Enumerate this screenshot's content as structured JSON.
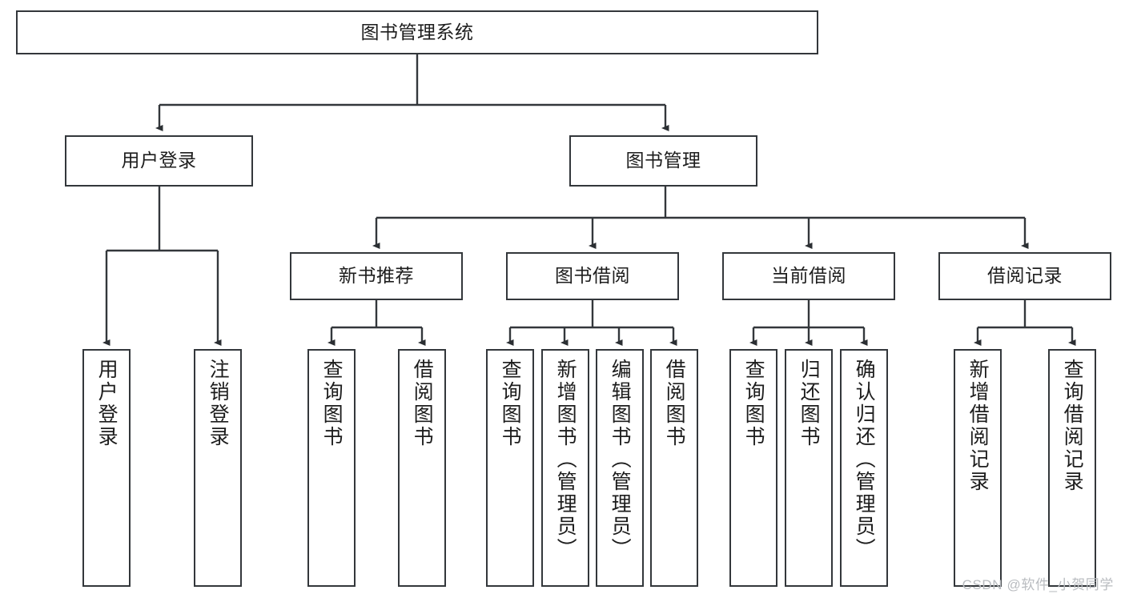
{
  "diagram": {
    "title": "图书管理系统",
    "type": "tree-hierarchy-diagram",
    "root": {
      "id": "root",
      "label": "图书管理系统"
    },
    "level1": [
      {
        "id": "user-login",
        "label": "用户登录"
      },
      {
        "id": "book-manage",
        "label": "图书管理"
      }
    ],
    "level2": [
      {
        "id": "new-book-rec",
        "label": "新书推荐",
        "parent": "book-manage"
      },
      {
        "id": "book-borrow",
        "label": "图书借阅",
        "parent": "book-manage"
      },
      {
        "id": "current-borrow",
        "label": "当前借阅",
        "parent": "book-manage"
      },
      {
        "id": "borrow-record",
        "label": "借阅记录",
        "parent": "book-manage"
      }
    ],
    "leaves": [
      {
        "id": "leaf-user-login",
        "label": "用户登录",
        "parent": "user-login"
      },
      {
        "id": "leaf-user-logout",
        "label": "注销登录",
        "parent": "user-login"
      },
      {
        "id": "leaf-query-book-1",
        "label": "查询图书",
        "parent": "new-book-rec"
      },
      {
        "id": "leaf-borrow-book-1",
        "label": "借阅图书",
        "parent": "new-book-rec"
      },
      {
        "id": "leaf-query-book-2",
        "label": "查询图书",
        "parent": "book-borrow"
      },
      {
        "id": "leaf-add-book",
        "label": "新增图书（管理员）",
        "parent": "book-borrow"
      },
      {
        "id": "leaf-edit-book",
        "label": "编辑图书（管理员）",
        "parent": "book-borrow"
      },
      {
        "id": "leaf-borrow-book-2",
        "label": "借阅图书",
        "parent": "book-borrow"
      },
      {
        "id": "leaf-query-book-3",
        "label": "查询图书",
        "parent": "current-borrow"
      },
      {
        "id": "leaf-return-book",
        "label": "归还图书",
        "parent": "current-borrow"
      },
      {
        "id": "leaf-confirm-return",
        "label": "确认归还（管理员）",
        "parent": "current-borrow"
      },
      {
        "id": "leaf-add-record",
        "label": "新增借阅记录",
        "parent": "borrow-record"
      },
      {
        "id": "leaf-query-record",
        "label": "查询借阅记录",
        "parent": "borrow-record"
      }
    ],
    "colors": {
      "stroke": "#33373b",
      "background": "#ffffff",
      "text": "#1d1d1d",
      "watermark": "#b9bcc0"
    }
  },
  "watermark": {
    "text": "CSDN @软件_小贺同学"
  }
}
